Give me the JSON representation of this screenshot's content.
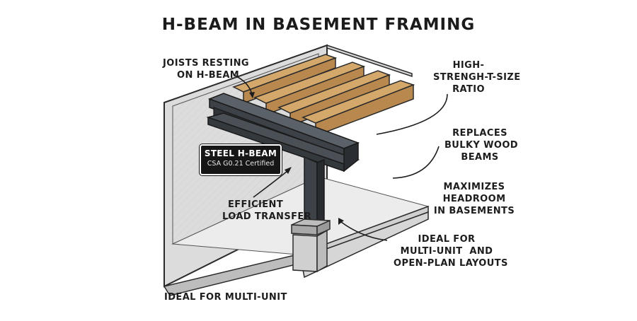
{
  "title": "H-BEAM IN BASEMENT FRAMING",
  "callouts": {
    "joists": [
      "JOISTS RESTING",
      "ON H-BEAM"
    ],
    "ratio": [
      "HIGH-",
      "STRENGH-T-SIZE",
      "RATIO"
    ],
    "replaces": [
      "REPLACES",
      "BULKY WOOD",
      "BEAMS"
    ],
    "efficient": [
      "EFFICIENT",
      "LOAD TRANSFER"
    ],
    "headroom": [
      "MAXIMIZES",
      "HEADROOM",
      "IN BASEMENTS"
    ],
    "ideal_right": [
      "IDEAL FOR",
      "MULTI-UNIT  AND",
      "OPEN-PLAN LAYOUTS"
    ],
    "ideal_bottom": "IDEAL FOR MULTI-UNIT"
  },
  "badge": {
    "title": "STEEL H-BEAM",
    "subtitle": "CSA G0.21 Certified"
  },
  "colors": {
    "steel": "#3d4248",
    "wood": "#c79a5f",
    "concrete": "#e4e4e4",
    "ink": "#1d1d1d"
  }
}
